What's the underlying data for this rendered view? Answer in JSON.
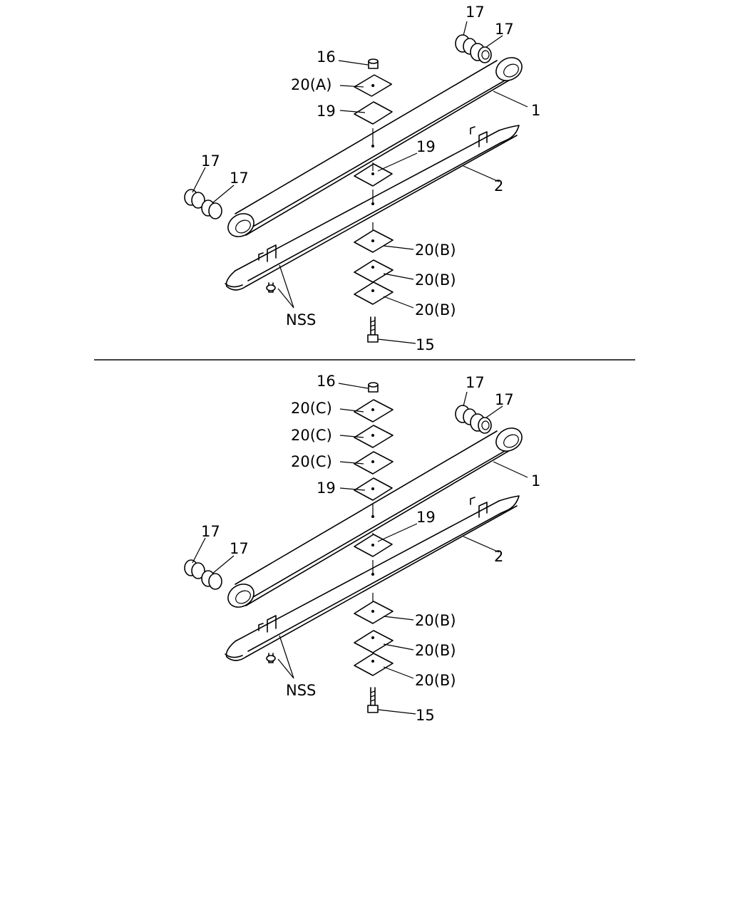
{
  "upper_view": {
    "labels": {
      "p16": "16",
      "p20a": "20(A)",
      "p19a": "19",
      "p17_tl": "17",
      "p17_tr": "17",
      "p17_bl": "17",
      "p17_br": "17",
      "p1": "1",
      "p2": "2",
      "p19b": "19",
      "p20b_1": "20(B)",
      "p20b_2": "20(B)",
      "p20b_3": "20(B)",
      "nss": "NSS",
      "p15": "15"
    }
  },
  "lower_view": {
    "labels": {
      "p16": "16",
      "p20c_1": "20(C)",
      "p20c_2": "20(C)",
      "p20c_3": "20(C)",
      "p19a": "19",
      "p17_tl": "17",
      "p17_tr": "17",
      "p17_bl": "17",
      "p17_br": "17",
      "p1": "1",
      "p2": "2",
      "p19b": "19",
      "p20b_1": "20(B)",
      "p20b_2": "20(B)",
      "p20b_3": "20(B)",
      "nss": "NSS",
      "p15": "15"
    }
  }
}
